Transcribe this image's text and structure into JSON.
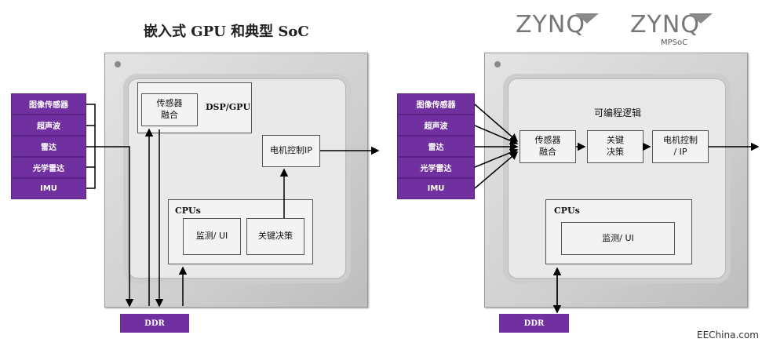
{
  "left": {
    "title": "嵌入式 GPU 和典型 SoC",
    "sensors": [
      "图像传感器",
      "超声波",
      "雷达",
      "光学雷达",
      "IMU"
    ],
    "fusion_label": "传感器\n融合",
    "dsp_label": "DSP/GPU",
    "motor_label": "电机控制IP",
    "cpus_label": "CPUs",
    "monitor_label": "监测/ UI",
    "decision_label": "关键决策",
    "ddr_label": "DDR"
  },
  "right": {
    "logo1": "ZYNQ",
    "logo2": "ZYNQ",
    "logo2_sub": "MPSoC",
    "sensors": [
      "图像传感器",
      "超声波",
      "雷达",
      "光学雷达",
      "IMU"
    ],
    "pl_label": "可编程逻辑",
    "fusion_label": "传感器\n融合",
    "decision_label": "关键\n决策",
    "motor_label": "电机控制\n/ IP",
    "cpus_label": "CPUs",
    "monitor_label": "监测/ UI",
    "ddr_label": "DDR"
  },
  "footer": "EEChina.com",
  "colors": {
    "sensor_purple": "#7030a0",
    "logo_gray": "#777777"
  }
}
